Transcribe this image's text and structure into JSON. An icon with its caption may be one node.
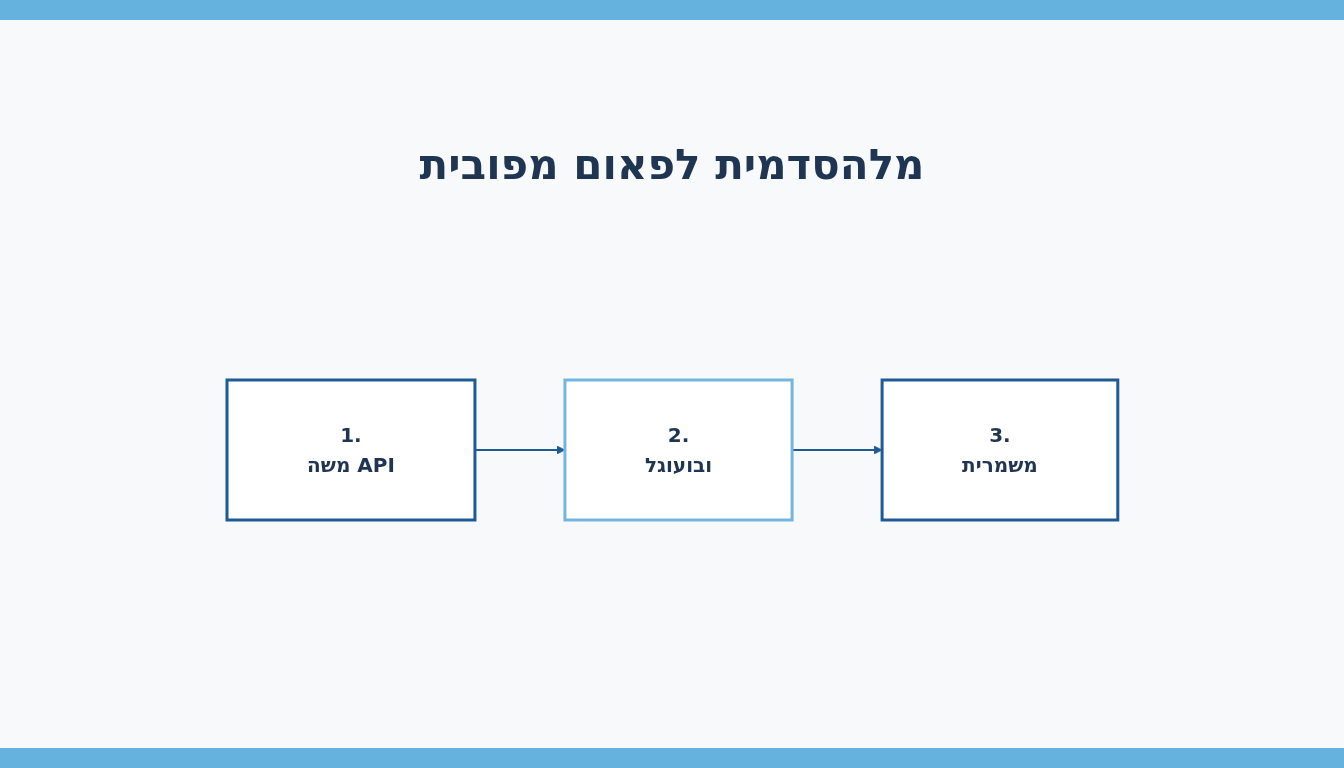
{
  "diagram": {
    "title": "מלהסדמית לפאום מפובית",
    "nodes": [
      {
        "text": [
          "1.",
          "משה API"
        ]
      },
      {
        "text": [
          "2.",
          "ובועוגל"
        ]
      },
      {
        "text": [
          "3.",
          "משמרית"
        ]
      }
    ],
    "edges": [
      {
        "from": 0,
        "to": 1,
        "arrow": "to"
      },
      {
        "from": 1,
        "to": 2,
        "arrow": "to"
      }
    ]
  }
}
